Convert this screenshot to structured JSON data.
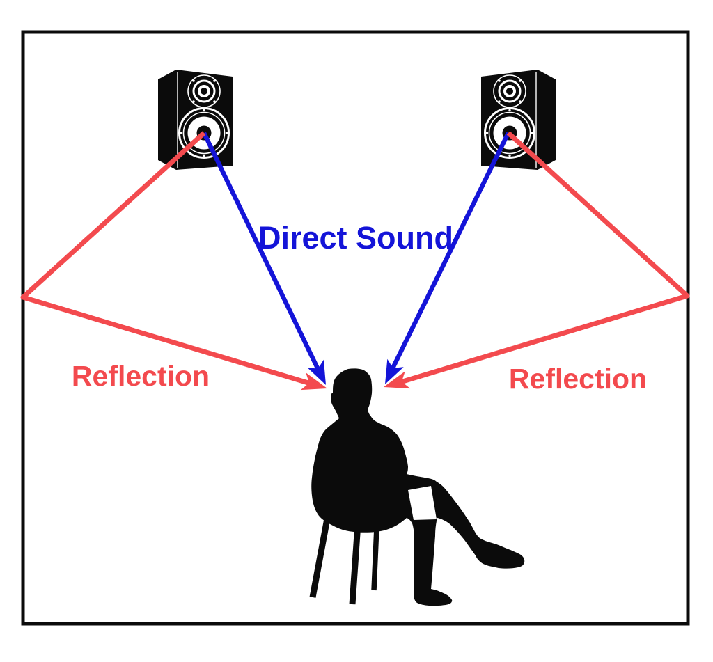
{
  "title": "Direct sound and reflections listening diagram",
  "colors": {
    "background": "#ffffff",
    "ink": "#0b0b0b",
    "blue": "#1414d8",
    "red": "#f34a4e"
  },
  "labels": {
    "direct_sound": "Direct Sound",
    "reflection_left": "Reflection",
    "reflection_right": "Reflection"
  },
  "diagram": {
    "room_border": "black rectangular room outline",
    "speakers": [
      "left bookshelf speaker",
      "right bookshelf speaker"
    ],
    "listener": "silhouette of person seated on a stool, legs crossed",
    "arrows": {
      "direct": {
        "color_key": "blue",
        "count": 2,
        "path": "from each speaker woofer straight to the listener's head"
      },
      "reflection": {
        "color_key": "red",
        "count": 2,
        "path": "from each speaker woofer to the side wall, bouncing to the listener's head"
      }
    }
  }
}
